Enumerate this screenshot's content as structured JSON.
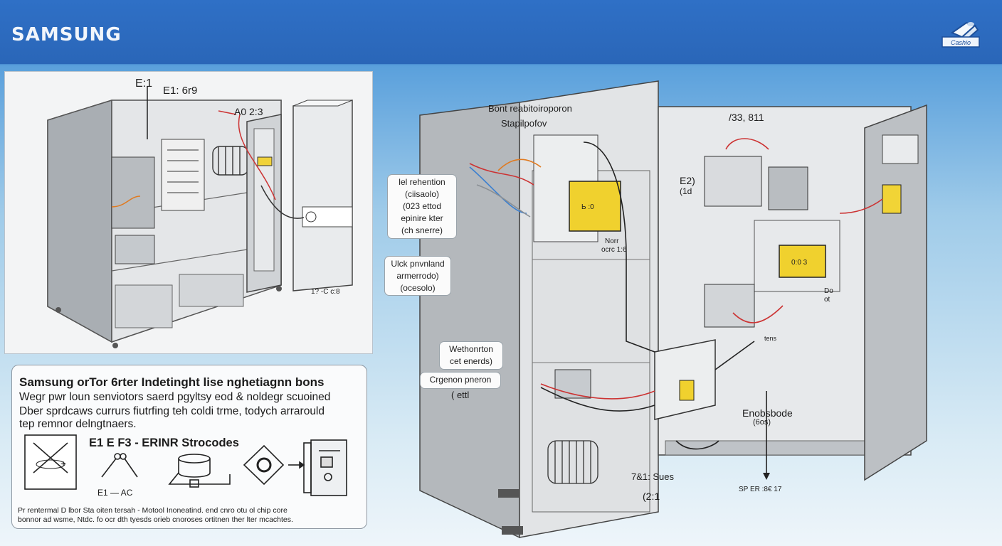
{
  "header": {
    "brand": "SAMSUNG",
    "logo_text": "Cashio"
  },
  "left_diagram": {
    "label_top_1": "E:1",
    "label_top_2": "E1: 6r9",
    "label_top_3": "A0 2:3",
    "label_bottom_right": "1? -C c:8"
  },
  "right_diagram": {
    "label_top_1": "Bont reabitoiroporon",
    "label_top_2": "Stapilpofov",
    "label_code_1": "/33, 811",
    "label_e2": "E2)",
    "label_e2_sub": "(1d",
    "yellow_1": "Ь :0",
    "yellow_2": "0:0 3",
    "small_1": "Norr",
    "small_2": "ocrc 1:6",
    "small_3": "Do",
    "small_4": "ot",
    "small_5": "tens",
    "label_endbox": "Enobsbode",
    "label_endbox_sub": "(6os)",
    "label_bottom_1": "7&1: Sues",
    "label_bottom_2": "(2:1",
    "label_bottom_3": "SP ER :8€ 17"
  },
  "callouts": {
    "c1_line1": "lel rehention",
    "c1_line2": "(ciisaolo)",
    "c1_line3": "(023  ettod",
    "c1_line4": "epinire kter",
    "c1_line5": "(ch snerre)",
    "c2_line1": "Ulck pnvnland",
    "c2_line2": "armerrodo)",
    "c2_line3": "(ocesolo)",
    "c3_line1": "Wethonrton",
    "c3_line2": "cet enerds)",
    "c4_line1": "Crgenon pneron",
    "c4_line2": "( ettl"
  },
  "info_panel": {
    "title": "Samsung orTor 6rter Indetinght lise nghetiagnn bons",
    "line1": "Wegr pwr loun senviotors saerd pgyltsy eod & noldegr scuoined",
    "line2": "Dber sprdcaws currurs fiutrfing teh coldi trme, todych arrarould",
    "line3": "tep remnor delngtnaers.",
    "codes_title": "E1 E F3 -   ERINR Strocodes",
    "icon_label": "E1  — AC",
    "foot1": "Pr rentermal D lbor    Sta oiten tersah  -  Motool Inoneatind. end cnro  otu ol chip core",
    "foot2": "bonnor ad wsme, Ntdc. fo ocr dth tyesds orieb cnoroses ortitnen ther lter mcachtes."
  }
}
